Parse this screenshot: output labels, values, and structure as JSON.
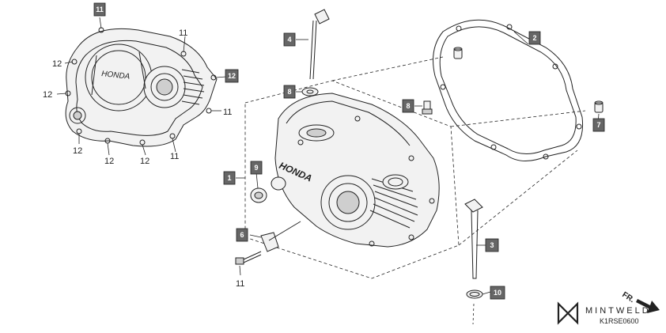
{
  "callout_boxes": [
    {
      "id": "11",
      "label": "11"
    },
    {
      "id": "12",
      "label": "12"
    },
    {
      "id": "4",
      "label": "4"
    },
    {
      "id": "8a",
      "label": "8"
    },
    {
      "id": "8b",
      "label": "8"
    },
    {
      "id": "2",
      "label": "2"
    },
    {
      "id": "7",
      "label": "7"
    },
    {
      "id": "1",
      "label": "1"
    },
    {
      "id": "9",
      "label": "9"
    },
    {
      "id": "6",
      "label": "6"
    },
    {
      "id": "3",
      "label": "3"
    },
    {
      "id": "10",
      "label": "10"
    }
  ],
  "plain_numbers": [
    {
      "id": "n11a",
      "label": "11"
    },
    {
      "id": "n12a",
      "label": "12"
    },
    {
      "id": "n12b",
      "label": "12"
    },
    {
      "id": "n11b",
      "label": "11"
    },
    {
      "id": "n12c",
      "label": "12"
    },
    {
      "id": "n12d",
      "label": "12"
    },
    {
      "id": "n12e",
      "label": "12"
    },
    {
      "id": "n11c",
      "label": "11"
    },
    {
      "id": "n11d",
      "label": "11"
    }
  ],
  "cover_text": {
    "small": "HONDA",
    "large": "HONDA"
  },
  "brand": {
    "name": "MINTWELD",
    "code": "K1RSE0600",
    "direction": "FR."
  }
}
